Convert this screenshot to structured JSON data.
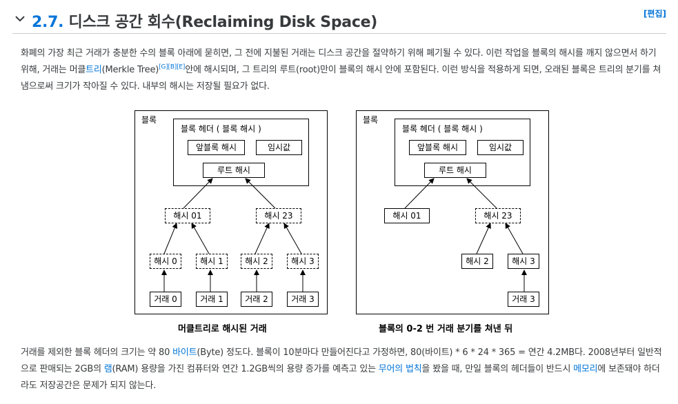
{
  "section": {
    "number": "2.7.",
    "title": "디스크 공간 회수(Reclaiming Disk Space)",
    "edit_label": "[편집]"
  },
  "para1": {
    "t1": "화폐의 가장 최근 거래가 충분한 수의 블록 아래에 묻히면, 그 전에 지불된 거래는 디스크 공간을 절약하기 위해 폐기될 수 있다. 이런 작업을 블록의 해시를 깨지 않으면서 하기 위해, 거래는 머클",
    "link_tree": "트리",
    "t2": "(Merkle Tree)",
    "refs": "[G][B][E]",
    "t3": "안에 해시되며, 그 트리의 루트(root)만이 블록의 해시 안에 포함된다. 이런 방식을 적용하게 되면, 오래된 블록은 트리의 분기를 쳐냄으로써 크기가 작아질 수 있다. 내부의 해시는 저장될 필요가 없다."
  },
  "figure1": {
    "block_label": "블록",
    "header_title": "블록 헤더 ( 블록 해시 )",
    "prev_hash": "앞블록 해시",
    "nonce": "임시값",
    "root_hash": "루트 해시",
    "hash01": "해시 01",
    "hash23": "해시 23",
    "hash0": "해시 0",
    "hash1": "해시 1",
    "hash2": "해시 2",
    "hash3": "해시 3",
    "tx0": "거래 0",
    "tx1": "거래 1",
    "tx2": "거래 2",
    "tx3": "거래 3",
    "caption": "머클트리로 해시된 거래"
  },
  "figure2": {
    "block_label": "블록",
    "header_title": "블록 헤더 ( 블록 해시 )",
    "prev_hash": "앞블록 해시",
    "nonce": "임시값",
    "root_hash": "루트 해시",
    "hash01": "해시 01",
    "hash23": "해시 23",
    "hash2": "해시 2",
    "hash3": "해시 3",
    "tx3": "거래 3",
    "caption": "블록의 0-2 번 거래 분기를 쳐낸 뒤"
  },
  "para2": {
    "t1": "거래를 제외한 블록 헤더의 크기는 약 80 ",
    "link_byte": "바이트",
    "t2": "(Byte) 정도다. 블록이 10분마다 만들어진다고 가정하면, 80(바이트) * 6 * 24 * 365 = 연간 4.2MB다. 2008년부터 일반적으로 판매되는 2GB의 ",
    "link_ram": "램",
    "t3": "(RAM) 용량을 가진 컴퓨터와 연간 1.2GB씩의 용량 증가를 예측고 있는 ",
    "link_moore": "무어의 법칙",
    "t4": "을 봤을 때, 만일 블록의 헤더들이 반드시 ",
    "link_memory": "메모리",
    "t5": "에 보존돼야 하더라도 저장공간은 문제가 되지 않는다."
  },
  "colors": {
    "link": "#0275d8",
    "text": "#373a3c"
  }
}
